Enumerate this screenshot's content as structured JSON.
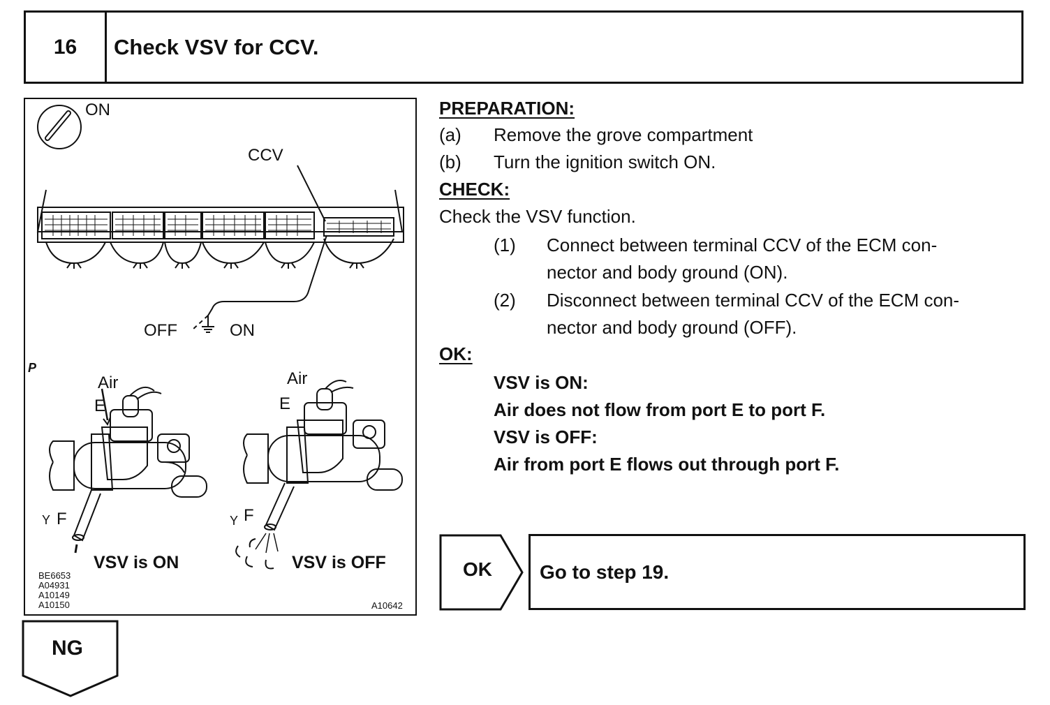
{
  "step": {
    "number": "16",
    "title": "Check VSV for CCV."
  },
  "figure": {
    "ignition_label": "ON",
    "ccv_label": "CCV",
    "off_label": "OFF",
    "on_label": "ON",
    "p_label": "P",
    "left": {
      "air": "Air",
      "e": "E",
      "y": "Y",
      "f": "F",
      "caption": "VSV is ON"
    },
    "right": {
      "air": "Air",
      "e": "E",
      "y": "Y",
      "f": "F",
      "caption": "VSV is OFF"
    },
    "codes": [
      "BE6653",
      "A04931",
      "A10149",
      "A10150"
    ],
    "figure_code": "A10642"
  },
  "preparation": {
    "heading": "PREPARATION:",
    "items": [
      {
        "marker": "(a)",
        "text": "Remove the grove compartment"
      },
      {
        "marker": "(b)",
        "text": "Turn the ignition switch ON."
      }
    ]
  },
  "check": {
    "heading": "CHECK:",
    "intro": "Check the VSV function.",
    "items": [
      {
        "marker": "(1)",
        "line1": "Connect between terminal CCV of the ECM con-",
        "line2": "nector and body ground (ON)."
      },
      {
        "marker": "(2)",
        "line1": "Disconnect between terminal CCV of the ECM con-",
        "line2": "nector and body ground (OFF)."
      }
    ]
  },
  "ok": {
    "heading": "OK:",
    "lines": [
      "VSV is ON:",
      "Air does not flow from port E to port F.",
      "VSV is OFF:",
      "Air from port E flows out through port F."
    ]
  },
  "ok_result": {
    "tag": "OK",
    "action": "Go to step 19."
  },
  "ng_result": {
    "tag": "NG"
  }
}
